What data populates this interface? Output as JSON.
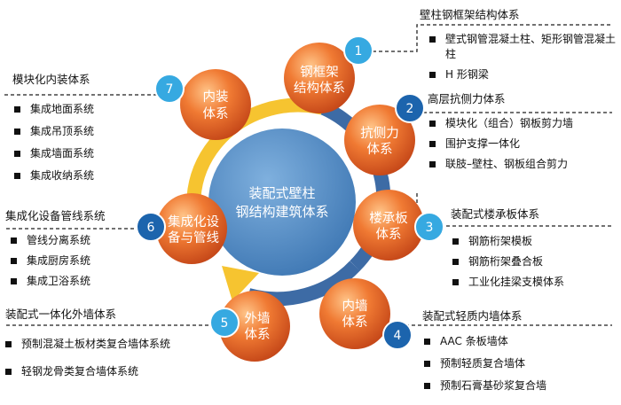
{
  "center": {
    "line1": "装配式壁柱",
    "line2": "钢结构建筑体系"
  },
  "nodes": [
    {
      "num": "1",
      "line1": "钢框架",
      "line2": "结构体系"
    },
    {
      "num": "2",
      "line1": "抗侧力",
      "line2": "体系"
    },
    {
      "num": "3",
      "line1": "楼承板",
      "line2": "体系"
    },
    {
      "num": "4",
      "line1": "内墙",
      "line2": "体系"
    },
    {
      "num": "5",
      "line1": "外墙",
      "line2": "体系"
    },
    {
      "num": "6",
      "line1": "集成化设",
      "line2": "备与管线"
    },
    {
      "num": "7",
      "line1": "内装",
      "line2": "体系"
    }
  ],
  "panels": {
    "p1": {
      "title": "壁柱钢框架结构体系",
      "items": [
        "壁式钢管混凝土柱、矩形钢管混凝土柱",
        "H 形钢梁"
      ]
    },
    "p2": {
      "title": "高层抗侧力体系",
      "items": [
        "模块化（组合）钢板剪力墙",
        "围护支撑一体化",
        "联肢–壁柱、钢板组合剪力"
      ]
    },
    "p3": {
      "title": "装配式楼承板体系",
      "items": [
        "钢筋桁架模板",
        "钢筋桁架叠合板",
        "工业化挂梁支模体系"
      ]
    },
    "p4": {
      "title": "装配式轻质内墙体系",
      "items": [
        "AAC 条板墙体",
        "预制轻质复合墙体",
        "预制石膏基砂浆复合墙"
      ]
    },
    "p5": {
      "title": "装配式一体化外墙体系",
      "items": [
        "预制混凝土板材类复合墙体系统",
        "轻钢龙骨类复合墙体系统"
      ]
    },
    "p6": {
      "title": "集成化设备管线系统",
      "items": [
        "管线分离系统",
        "集成厨房系统",
        "集成卫浴系统"
      ]
    },
    "p7": {
      "title": "模块化内装体系",
      "items": [
        "集成地面系统",
        "集成吊顶系统",
        "集成墙面系统",
        "集成收纳系统"
      ]
    }
  },
  "colors": {
    "center_fill": "#5b93c7",
    "node_orange": "#f07a33",
    "node_dark": "#c94b1c",
    "badge_light": "#36a9e1",
    "badge_dark": "#1c64ad",
    "ring_yellow": "#f6c430",
    "ring_blue": "#3d6ba5",
    "leader_line": "#444444"
  }
}
